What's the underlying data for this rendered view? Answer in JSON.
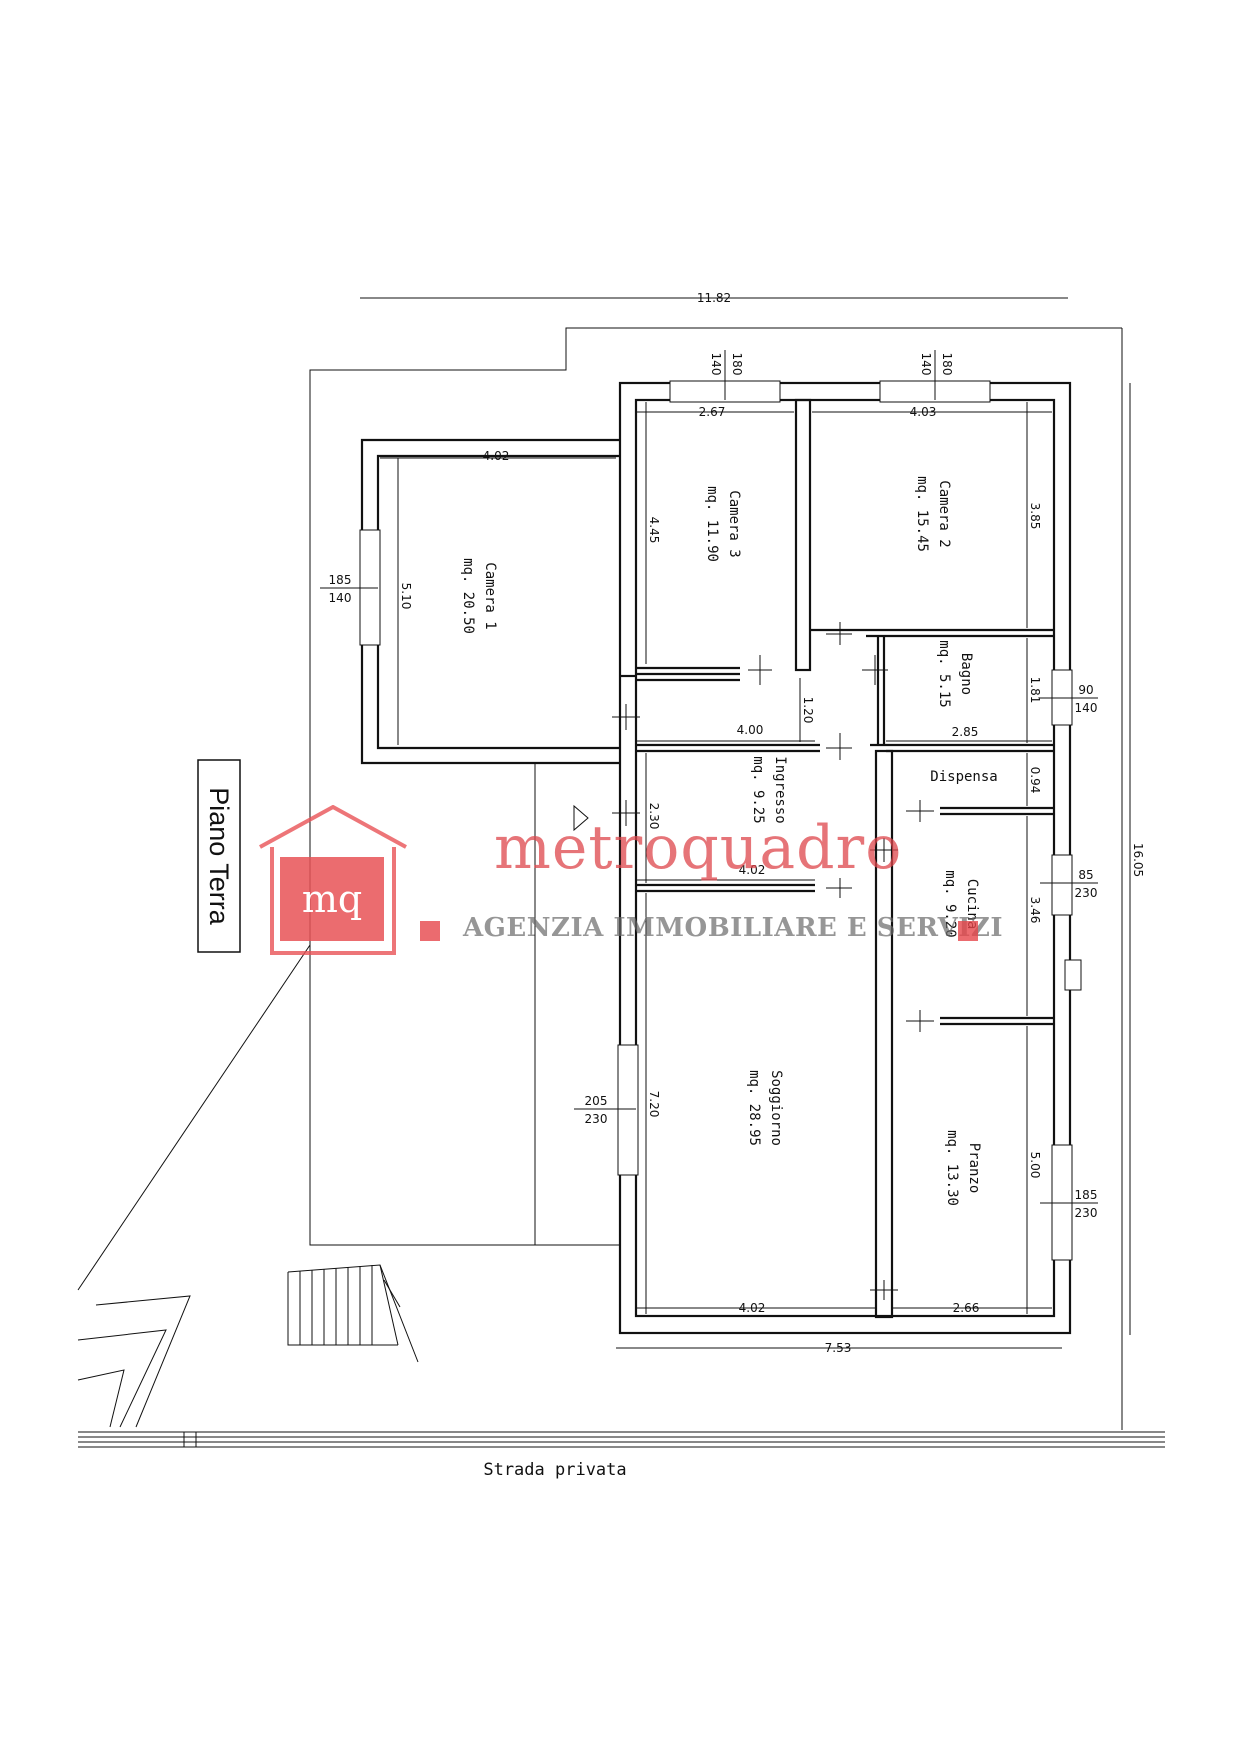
{
  "floor_label": "Piano Terra",
  "street_label": "Strada privata",
  "rooms": [
    {
      "id": "camera1",
      "name": "Camera 1",
      "area": "mq. 20.50"
    },
    {
      "id": "camera3",
      "name": "Camera 3",
      "area": "mq. 11.90"
    },
    {
      "id": "camera2",
      "name": "Camera 2",
      "area": "mq. 15.45"
    },
    {
      "id": "bagno",
      "name": "Bagno",
      "area": "mq. 5.15"
    },
    {
      "id": "ingresso",
      "name": "Ingresso",
      "area": "mq. 9.25"
    },
    {
      "id": "dispensa",
      "name": "Dispensa",
      "area": ""
    },
    {
      "id": "cucina",
      "name": "Cucina",
      "area": "mq. 9.20"
    },
    {
      "id": "soggiorno",
      "name": "Soggiorno",
      "area": "mq. 28.95"
    },
    {
      "id": "pranzo",
      "name": "Pranzo",
      "area": "mq. 13.30"
    }
  ],
  "dimensions": {
    "total_width": "11.82",
    "total_depth": "16.05",
    "house_width": "7.53",
    "camera1_width": "4.02",
    "camera1_depth": "5.10",
    "camera3_width": "2.67",
    "camera3_depth": "4.45",
    "camera2_width": "4.03",
    "camera2_depth": "3.85",
    "corridor_width": "1.20",
    "corridor_length": "4.00",
    "bagno_width": "2.85",
    "bagno_depth": "1.81",
    "dispensa_depth": "0.94",
    "ingresso_depth": "2.30",
    "ingresso_width": "4.02",
    "cucina_depth": "3.46",
    "soggiorno_depth": "7.20",
    "soggiorno_width": "4.02",
    "pranzo_depth": "5.00",
    "pranzo_width": "2.66"
  },
  "windows": [
    {
      "id": "camera3",
      "top": "180",
      "bottom": "140"
    },
    {
      "id": "camera2",
      "top": "180",
      "bottom": "140"
    },
    {
      "id": "camera1",
      "top": "185",
      "bottom": "140"
    },
    {
      "id": "bagno",
      "top": "90",
      "bottom": "140"
    },
    {
      "id": "cucina",
      "top": "85",
      "bottom": "230"
    },
    {
      "id": "soggiorno",
      "top": "205",
      "bottom": "230"
    },
    {
      "id": "pranzo",
      "top": "185",
      "bottom": "230"
    }
  ],
  "watermark": {
    "logo_text": "mq",
    "brand": "metroquadro",
    "tagline": "AGENZIA IMMOBILIARE E SERVIZI"
  },
  "colors": {
    "watermark_red": "#e8525a",
    "watermark_gray": "#6b6b6b",
    "ink": "#111111"
  }
}
